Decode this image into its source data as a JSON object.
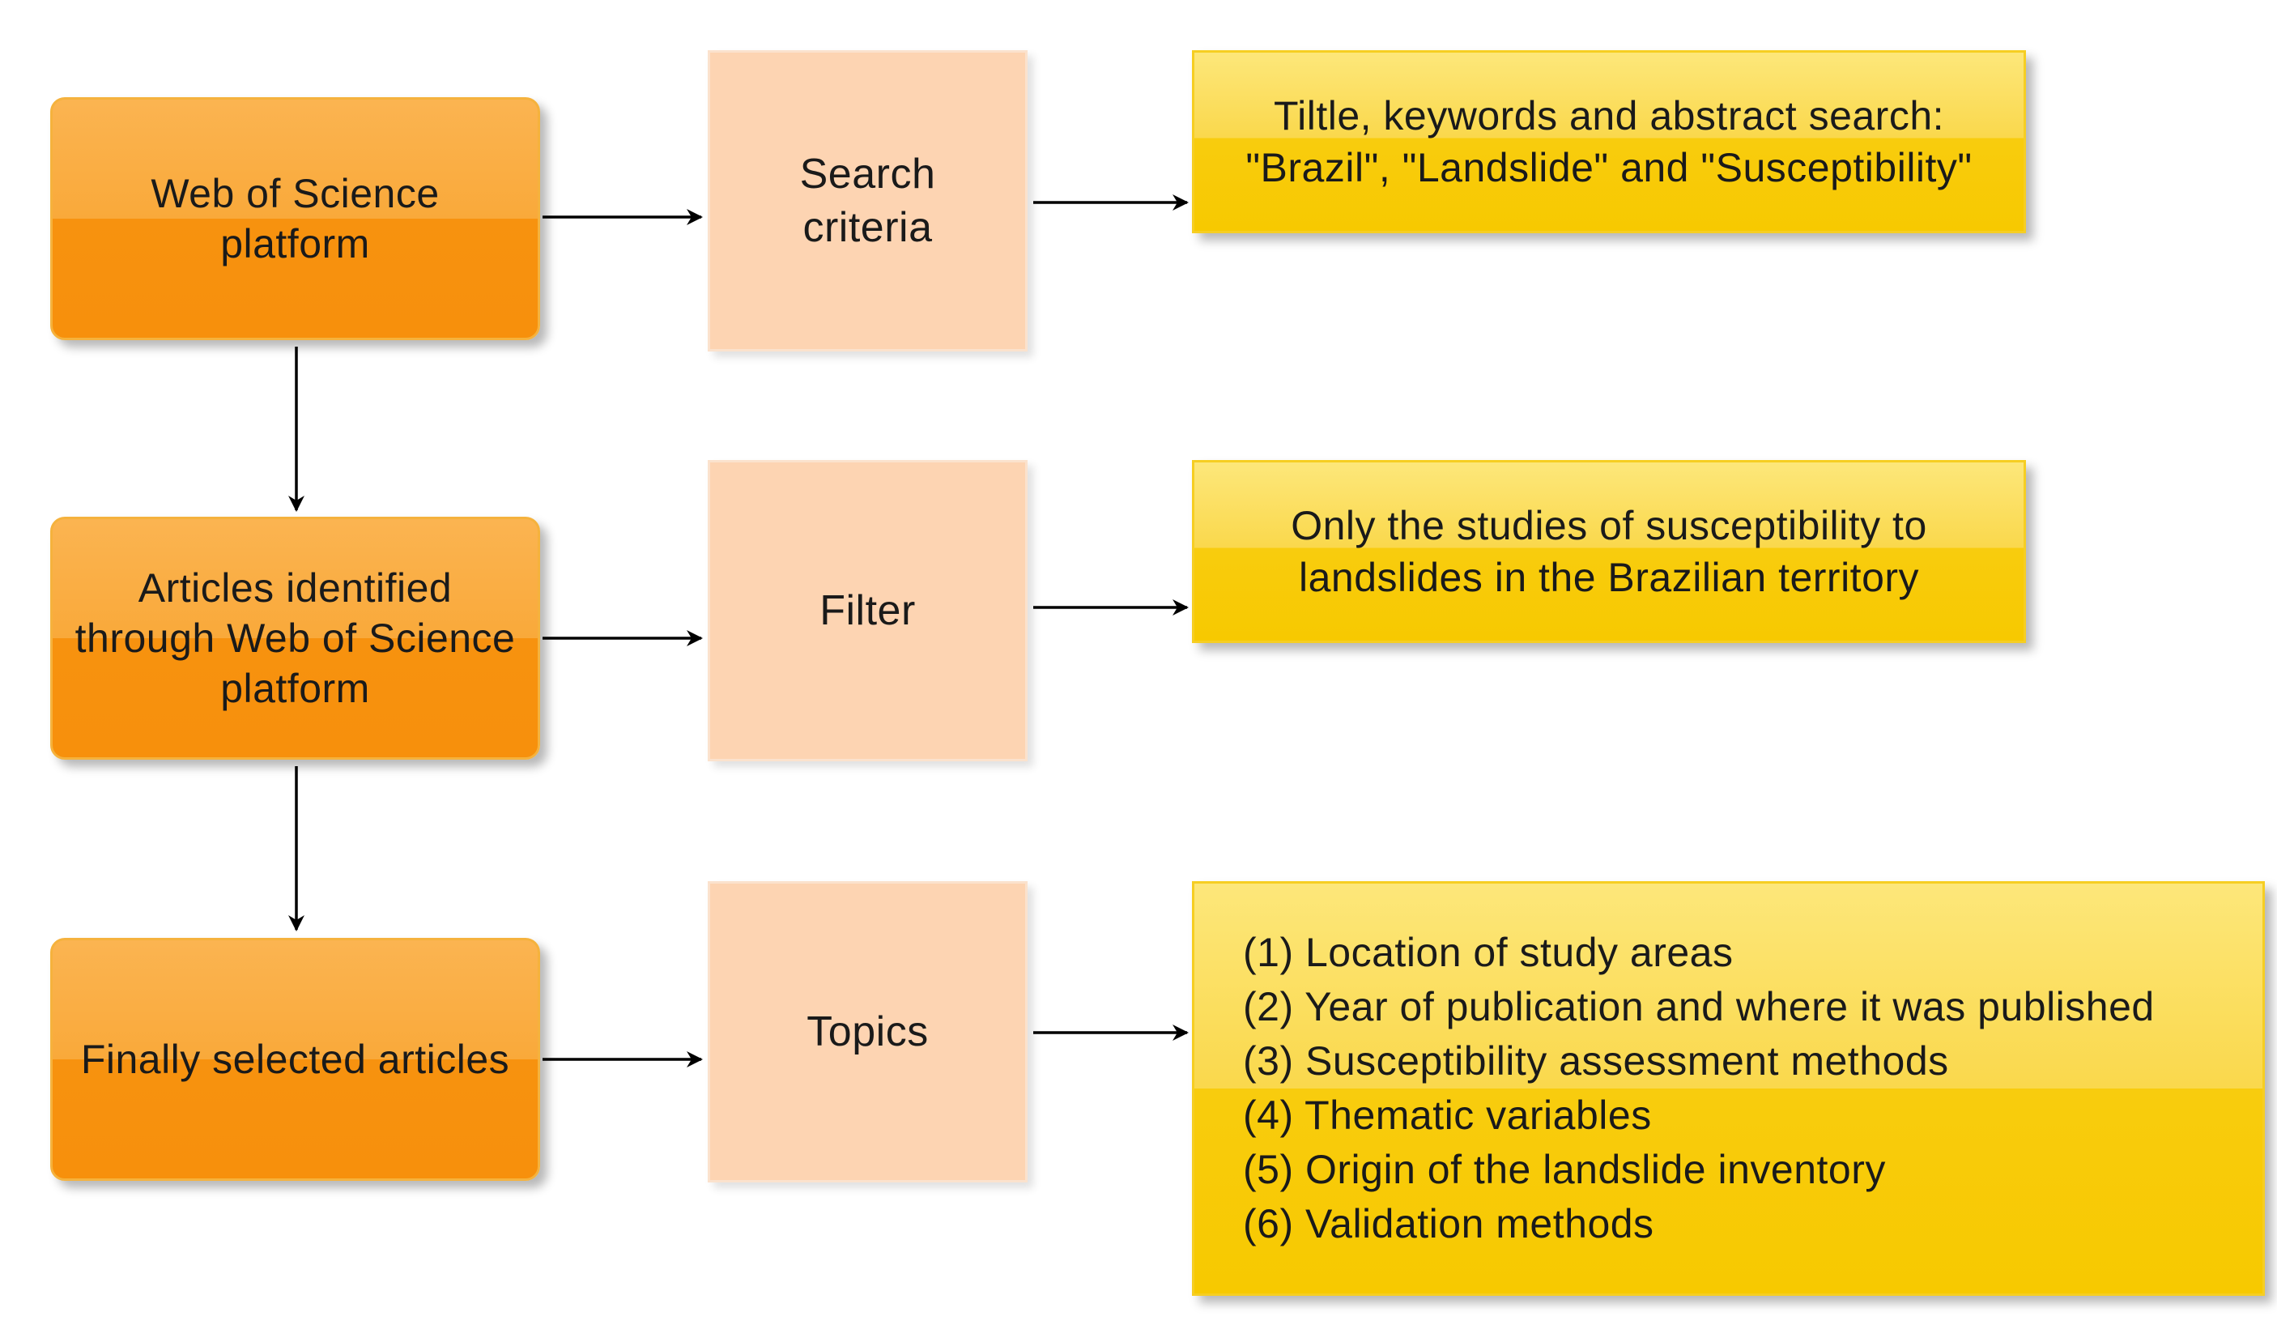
{
  "diagram": {
    "sources": [
      {
        "line1": "Web of Science",
        "line2": "platform"
      },
      {
        "line1": "Articles identified",
        "line2": "through Web of Science",
        "line3": "platform"
      },
      {
        "line1": "Finally selected articles"
      }
    ],
    "stages": [
      {
        "line1": "Search",
        "line2": "criteria"
      },
      {
        "line1": "Filter"
      },
      {
        "line1": "Topics"
      }
    ],
    "details": {
      "search": {
        "line1": "Tiltle, keywords and abstract search:",
        "line2": "\"Brazil\", \"Landslide\" and \"Susceptibility\""
      },
      "filter": {
        "line1": "Only the studies of susceptibility to",
        "line2": "landslides in the Brazilian territory"
      },
      "topics": [
        "(1) Location of study areas",
        "(2) Year of publication and where it was published",
        "(3) Susceptibility assessment methods",
        "(4) Thematic variables",
        "(5) Origin of the landslide inventory",
        "(6) Validation methods"
      ]
    },
    "colors": {
      "source_box": "#f7920f",
      "stage_box": "#fdd4b2",
      "detail_box": "#f7c900",
      "arrow": "#000000"
    }
  }
}
